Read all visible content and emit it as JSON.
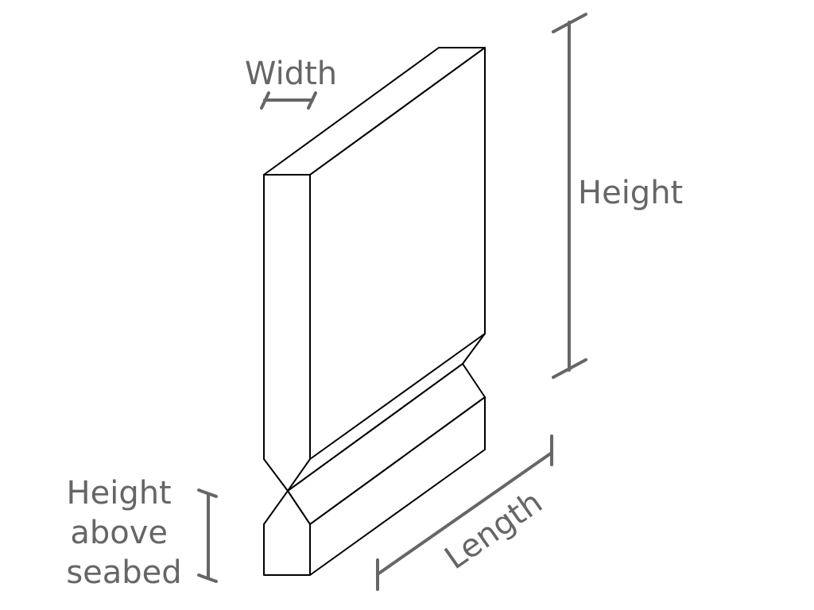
{
  "labels": {
    "width": "Width",
    "height": "Height",
    "length": "Length",
    "height_above_seabed": [
      "Height",
      "above",
      "seabed"
    ]
  },
  "colors": {
    "outline": "#000000",
    "dimension": "#666666"
  }
}
